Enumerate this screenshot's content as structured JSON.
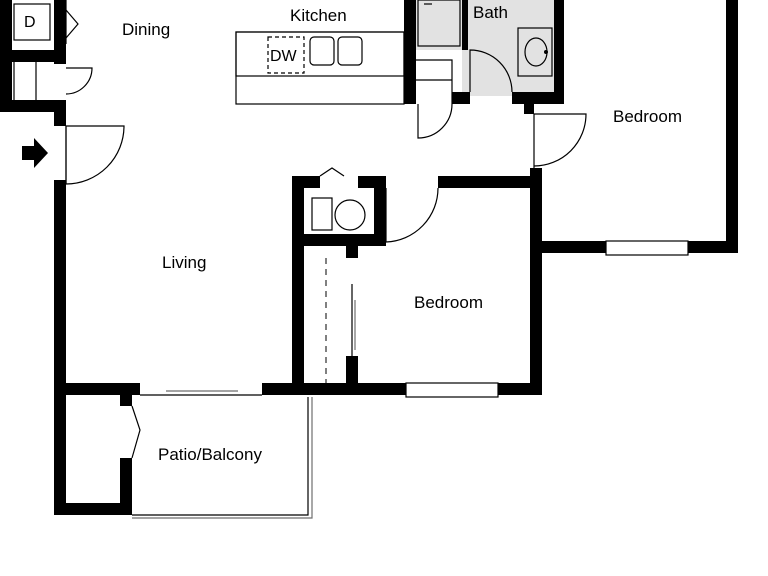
{
  "plan": {
    "rooms": {
      "dining": "Dining",
      "kitchen": "Kitchen",
      "bath": "Bath",
      "bedroom_1": "Bedroom",
      "living": "Living",
      "bedroom_2": "Bedroom",
      "patio": "Patio/Balcony"
    },
    "fixtures": {
      "dryer": "D",
      "dishwasher": "DW"
    }
  },
  "colors": {
    "wall": "#000000",
    "bath_floor": "#e2e2e2",
    "background": "#ffffff"
  },
  "icons": {
    "entry": "entry-arrow-icon"
  }
}
